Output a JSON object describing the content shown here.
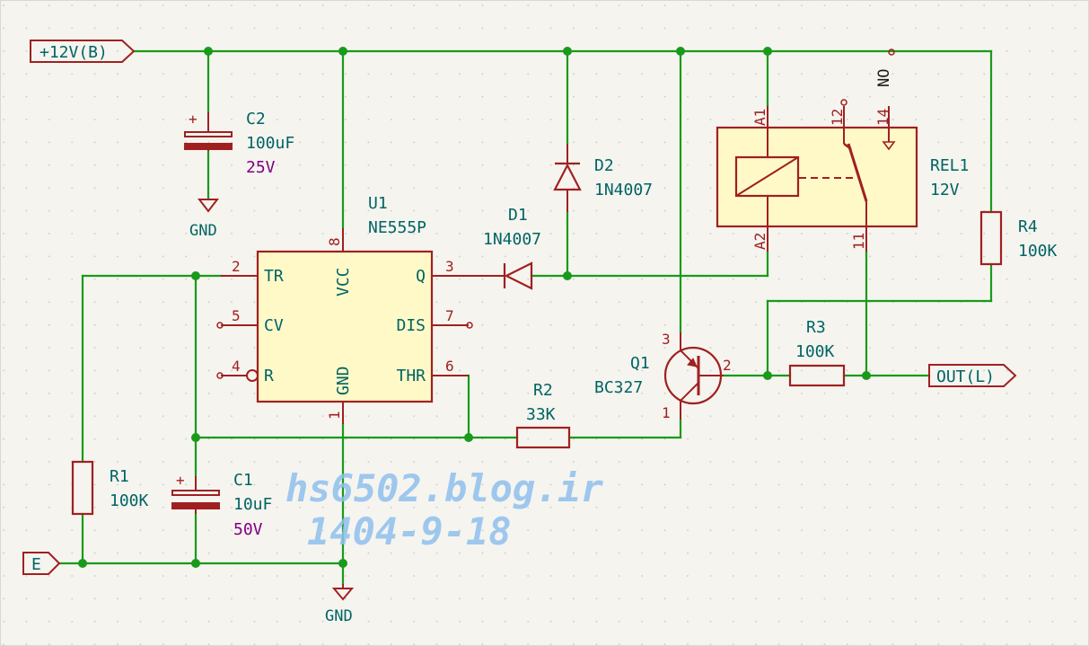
{
  "colors": {
    "wire": "#1a9a1a",
    "body_stroke": "#a02020",
    "body_fill": "#fff9c8",
    "text": "#006464",
    "pin_text": "#a02020",
    "value_alt": "#800080",
    "watermark": "#8fc0ee"
  },
  "ports": {
    "vcc": "+12V(B)",
    "e": "E",
    "out": "OUT(L)"
  },
  "power": {
    "gnd1": "GND",
    "gnd2": "GND"
  },
  "c2": {
    "ref": "C2",
    "value": "100uF",
    "voltage": "25V"
  },
  "c1": {
    "ref": "C1",
    "value": "10uF",
    "voltage": "50V"
  },
  "u1": {
    "ref": "U1",
    "value": "NE555P",
    "pins": {
      "tr": {
        "num": "2",
        "name": "TR"
      },
      "cv": {
        "num": "5",
        "name": "CV"
      },
      "r": {
        "num": "4",
        "name": "R"
      },
      "vcc": {
        "num": "8",
        "name": "VCC"
      },
      "q": {
        "num": "3",
        "name": "Q"
      },
      "dis": {
        "num": "7",
        "name": "DIS"
      },
      "thr": {
        "num": "6",
        "name": "THR"
      },
      "gnd": {
        "num": "1",
        "name": "GND"
      }
    }
  },
  "d1": {
    "ref": "D1",
    "value": "1N4007"
  },
  "d2": {
    "ref": "D2",
    "value": "1N4007"
  },
  "rel1": {
    "ref": "REL1",
    "value": "12V",
    "pins": {
      "a1": "A1",
      "a2": "A2",
      "p12": "12",
      "p14": "14",
      "p11": "11"
    },
    "no_label": "NO"
  },
  "r1": {
    "ref": "R1",
    "value": "100K"
  },
  "r2": {
    "ref": "R2",
    "value": "33K"
  },
  "r3": {
    "ref": "R3",
    "value": "100K"
  },
  "r4": {
    "ref": "R4",
    "value": "100K"
  },
  "q1": {
    "ref": "Q1",
    "value": "BC327",
    "pins": {
      "p1": "1",
      "p2": "2",
      "p3": "3"
    }
  },
  "watermark": {
    "line1": "hs6502.blog.ir",
    "line2": "1404-9-18"
  }
}
